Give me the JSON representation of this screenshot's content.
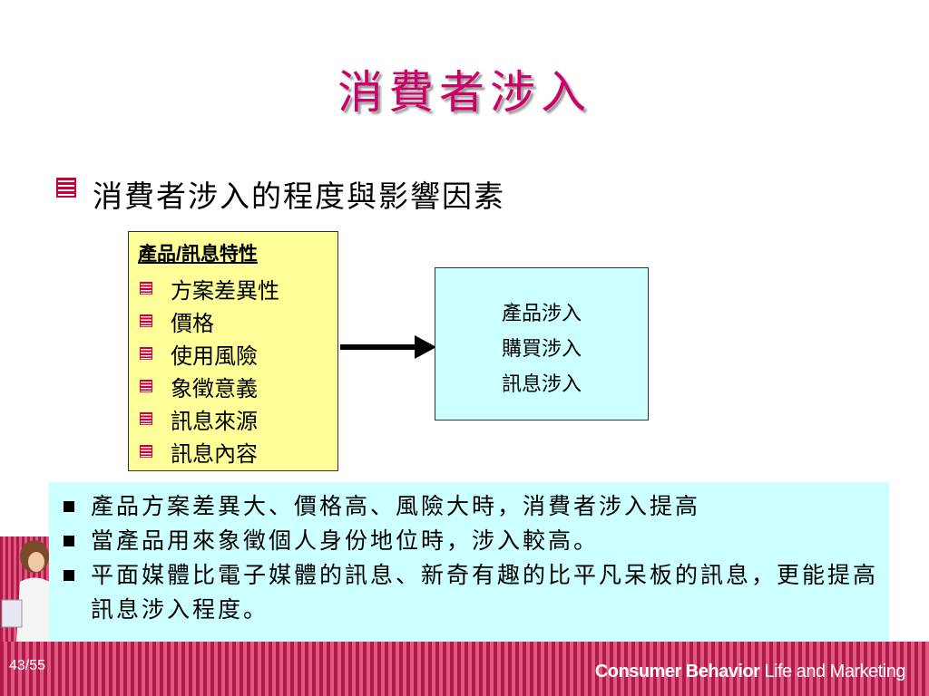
{
  "slide": {
    "title": "消費者涉入",
    "main_bullet": "消費者涉入的程度與影響因素",
    "page_number": "43/55"
  },
  "left_box": {
    "heading": "產品/訊息特性",
    "items": [
      "方案差異性",
      "價格",
      "使用風險",
      "象徵意義",
      "訊息來源",
      "訊息內容"
    ]
  },
  "right_box": {
    "lines": [
      "產品涉入",
      "購買涉入",
      "訊息涉入"
    ]
  },
  "notes": [
    "產品方案差異大、價格高、風險大時，消費者涉入提高",
    "當產品用來象徵個人身份地位時，涉入較高。",
    "平面媒體比電子媒體的訊息、新奇有趣的比平凡呆板的訊息，更能提高訊息涉入程度。"
  ],
  "footer": {
    "brand_bold": "Consumer Behavior",
    "brand_rest": " Life and Marketing"
  },
  "colors": {
    "title": "#cc0066",
    "left_box_bg": "#ffff99",
    "right_box_bg": "#ccffff",
    "notes_bg": "#ccffff",
    "footer_stripe_a": "#b0194a",
    "footer_stripe_b": "#e05a80"
  },
  "icons": {
    "bullet": "striped-square-bullet",
    "note_bullet": "black-square-bullet",
    "arrow": "right-arrow"
  }
}
